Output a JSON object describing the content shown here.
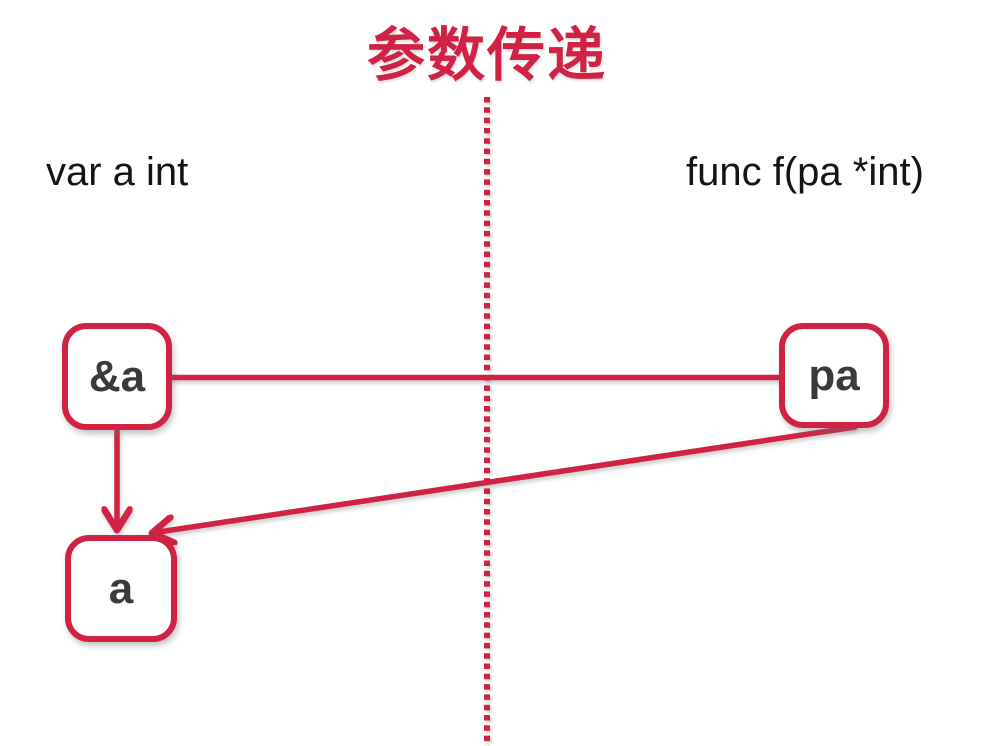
{
  "title": "参数传递",
  "colors": {
    "accent": "#d02244",
    "node_label": "#3a3a3c",
    "code_text": "#141414",
    "background": "#ffffff"
  },
  "labels": {
    "left_declaration": "var a int",
    "right_declaration": "func f(pa *int)"
  },
  "nodes": {
    "address": {
      "label": "&a"
    },
    "pointer": {
      "label": "pa"
    },
    "variable": {
      "label": "a"
    }
  },
  "edges": [
    {
      "from": "&a",
      "to": "pa",
      "style": "line"
    },
    {
      "from": "&a",
      "to": "a",
      "style": "arrow"
    },
    {
      "from": "pa",
      "to": "a",
      "style": "arrow"
    }
  ]
}
